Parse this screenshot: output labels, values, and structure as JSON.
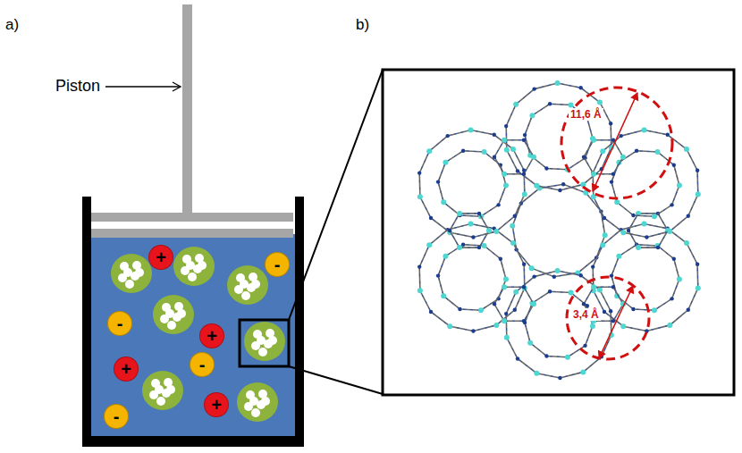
{
  "diagram": {
    "nodes": [
      {
        "text": [
          "+"
        ]
      },
      {
        "text": [
          "-"
        ]
      },
      {
        "text": [
          "-"
        ]
      },
      {
        "text": [
          "+"
        ]
      },
      {
        "text": [
          "-"
        ]
      },
      {
        "text": [
          "+"
        ]
      },
      {
        "text": [
          "+"
        ]
      },
      {
        "text": [
          "-"
        ]
      }
    ],
    "labels": [
      "a)",
      "b)",
      "Piston",
      "11,6 Å",
      "3,4 Å"
    ]
  }
}
